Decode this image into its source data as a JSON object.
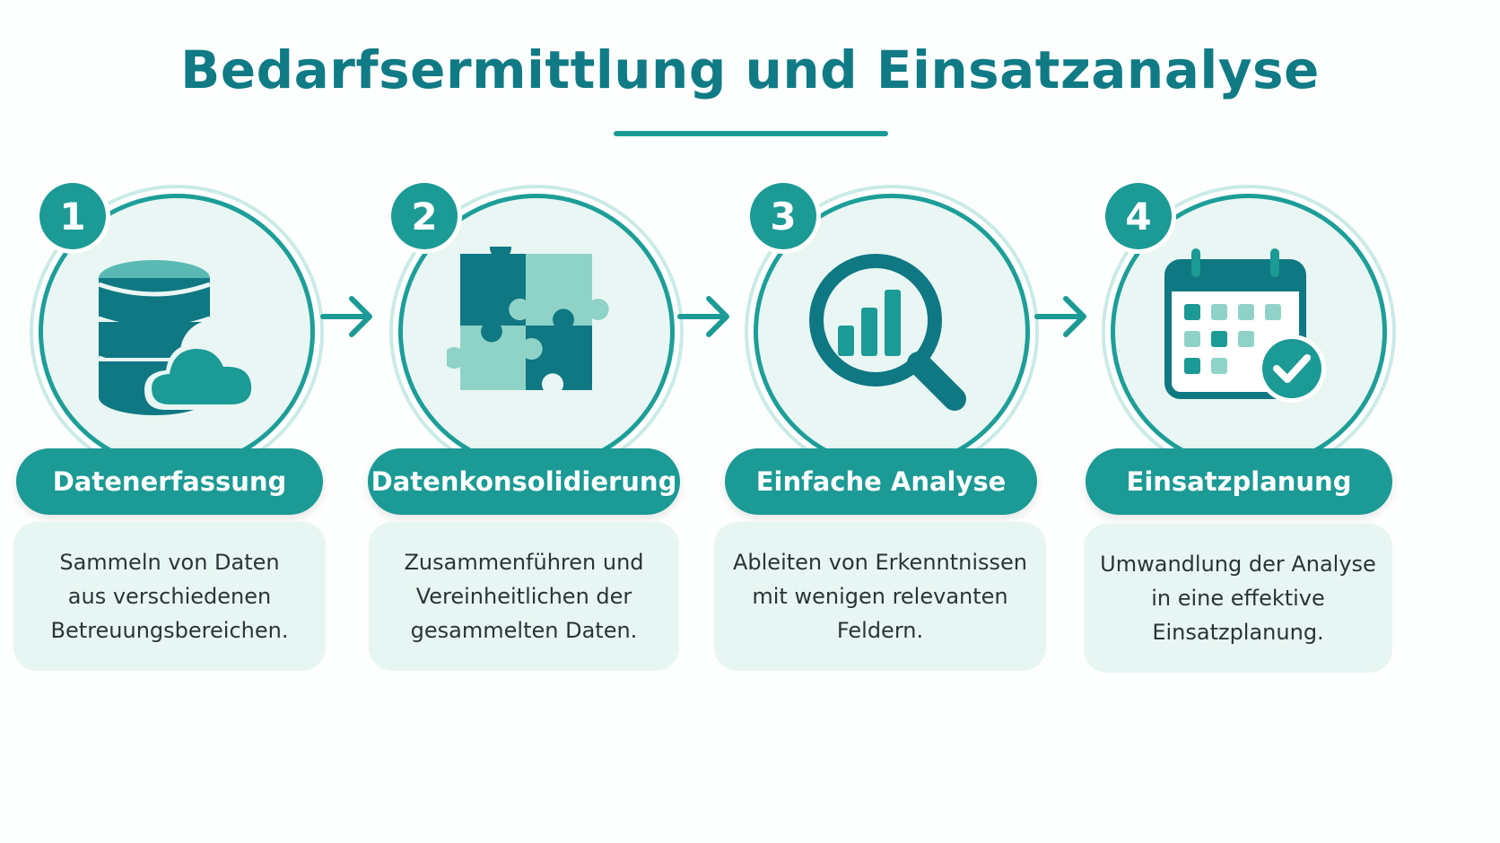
{
  "title": "Bedarfsermittlung und Einsatzanalyse",
  "colors": {
    "accent": "#1c9a95",
    "title": "#107b84",
    "icon_dark": "#0f7882",
    "icon_light": "#8fd3c8",
    "panel": "#e8f6f3"
  },
  "steps": [
    {
      "number": "1",
      "icon": "database-cloud-icon",
      "label": "Datenerfassung",
      "description": "Sammeln von Daten\naus verschiedenen\nBetreuungsbereichen."
    },
    {
      "number": "2",
      "icon": "puzzle-icon",
      "label": "Datenkonsolidierung",
      "description": "Zusammenführen und\nVereinheitlichen der\ngesammelten Daten."
    },
    {
      "number": "3",
      "icon": "magnifier-chart-icon",
      "label": "Einfache Analyse",
      "description": "Ableiten von Erkenntnissen\nmit wenigen relevanten\nFeldern."
    },
    {
      "number": "4",
      "icon": "calendar-check-icon",
      "label": "Einsatzplanung",
      "description": "Umwandlung der Analyse\nin eine effektive\nEinsatzplanung."
    }
  ]
}
